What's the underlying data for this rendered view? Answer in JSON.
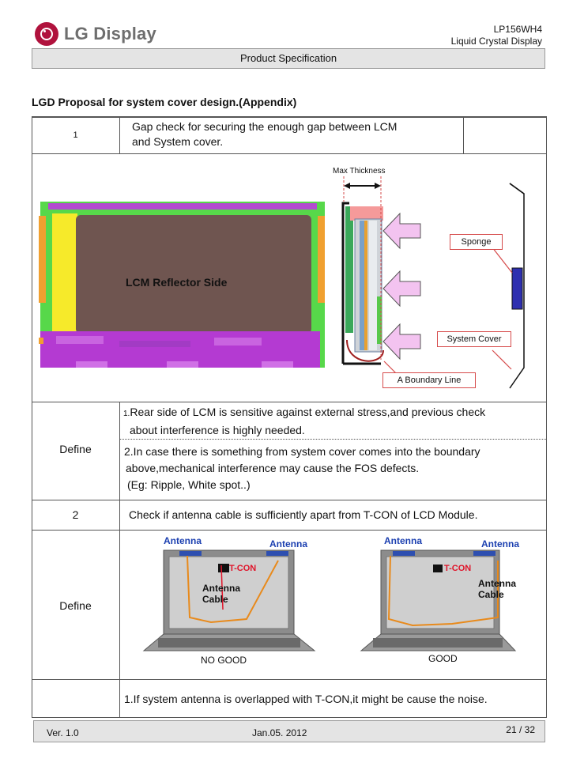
{
  "header": {
    "brand": "LG Display",
    "model": "LP156WH4",
    "product_type": "Liquid Crystal Display",
    "bar_label": "Product Specification"
  },
  "section_title": "LGD Proposal for system cover design.(Appendix)",
  "item1": {
    "number": "1",
    "text_line1": "Gap check for securing the enough gap between LCM",
    "text_line2": "and System cover.",
    "figure": {
      "lcm_label": "LCM Reflector Side",
      "max_thickness": "Max Thickness",
      "sponge": "Sponge",
      "system_cover": "System Cover",
      "boundary": "A Boundary Line"
    },
    "define_label": "Define",
    "point1_num": "1.",
    "point1_line1": "Rear side of LCM is sensitive against external stress,and previous check",
    "point1_line2": "about interference is highly needed.",
    "point2_line1": "2.In case there is something from system cover comes into the boundary",
    "point2_line2": "above,mechanical interference may cause the FOS defects.",
    "point2_line3": "(Eg: Ripple, White spot..)"
  },
  "item2": {
    "number": "2",
    "text": "Check if antenna cable is sufficiently apart from T-CON of LCD Module.",
    "define_label": "Define",
    "figure": {
      "antenna": "Antenna",
      "tcon": "T-CON",
      "antenna_cable": "Antenna Cable",
      "no_good": "NO GOOD",
      "good": "GOOD"
    },
    "note": "1.If system antenna is  overlapped with T-CON,it might be cause the noise."
  },
  "footer": {
    "version": "Ver. 1.0",
    "date": "Jan.05. 2012",
    "page": "21 / 32"
  },
  "colors": {
    "brand": "#b0123d",
    "header_bar": "#e4e4e4",
    "lcm_frame": "#57d84a",
    "lcm_panel": "#6f5550",
    "pcb": "#b43ad2",
    "arrow": "#f3c3f0",
    "sponge": "#2e2fb0",
    "cable": "#e88a1c",
    "antenna_text": "#1b3fb0",
    "tcon_text": "#e0142a"
  }
}
